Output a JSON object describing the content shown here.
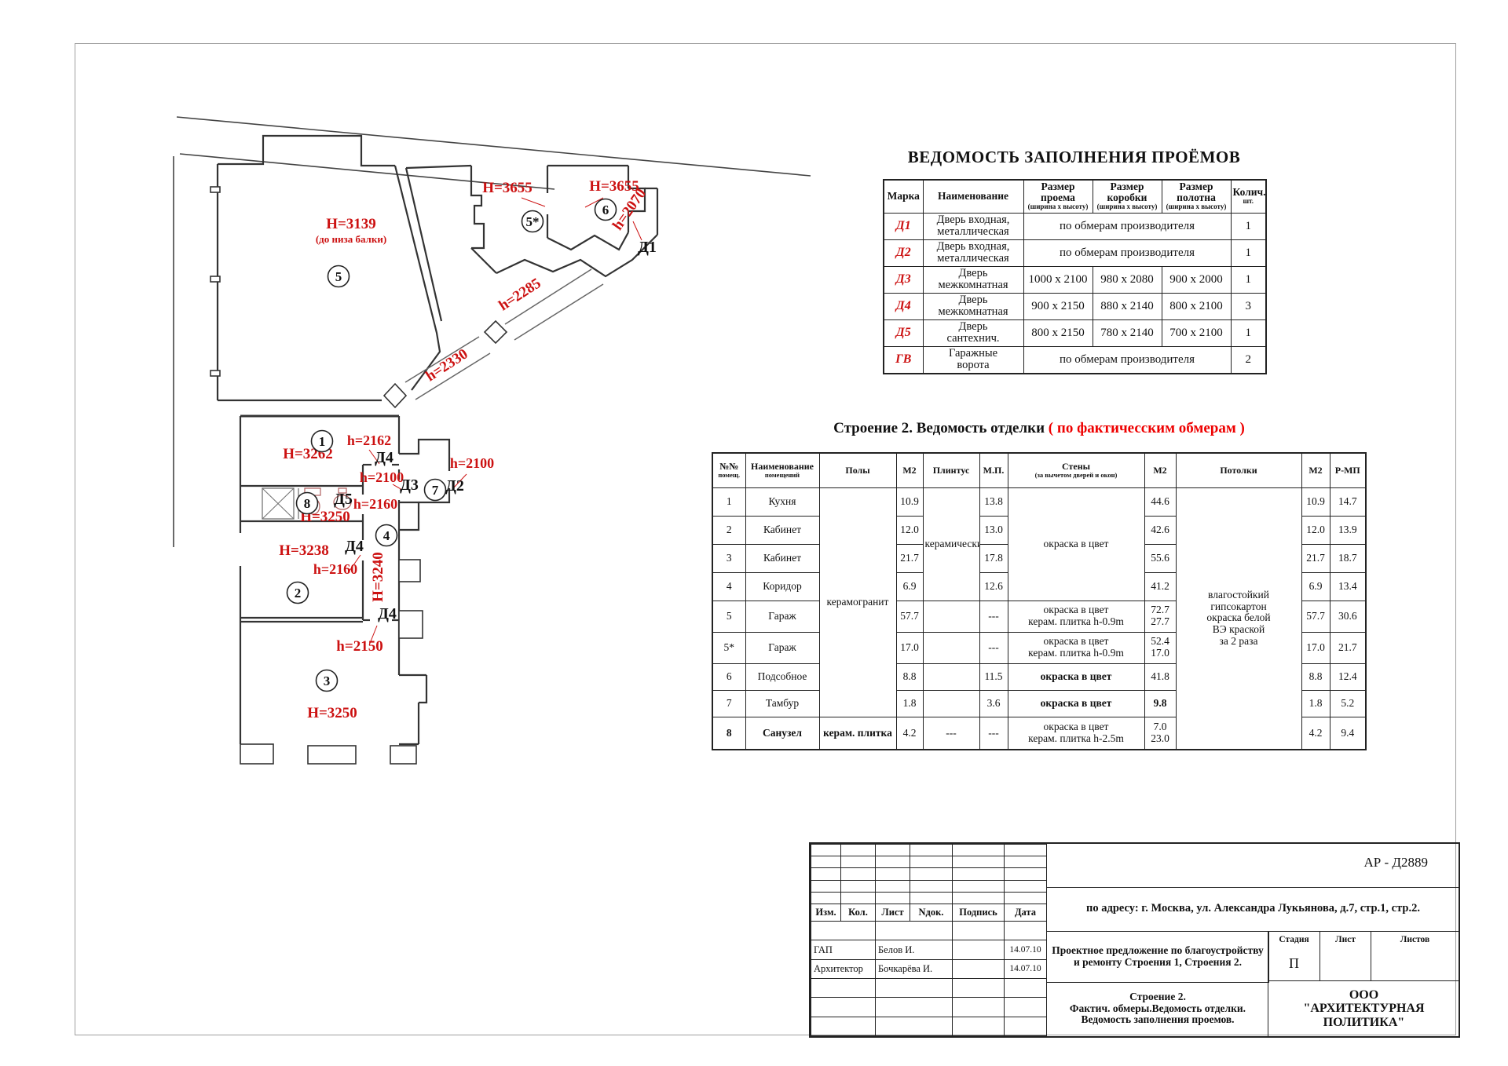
{
  "doors_table": {
    "title": "ВЕДОМОСТЬ ЗАПОЛНЕНИЯ ПРОЁМОВ",
    "headers": [
      {
        "l1": "Марка",
        "l2": ""
      },
      {
        "l1": "Наименование",
        "l2": ""
      },
      {
        "l1": "Размер проема",
        "l2": "(ширина х высоту)"
      },
      {
        "l1": "Размер коробки",
        "l2": "(ширина х высоту)"
      },
      {
        "l1": "Размер полотна",
        "l2": "(ширина х высоту)"
      },
      {
        "l1": "Колич.",
        "l2": "шт."
      }
    ],
    "rows": [
      {
        "mark": "Д1",
        "name": "Дверь входная,\nметаллическая",
        "span": "по обмерам производителя",
        "qty": "1"
      },
      {
        "mark": "Д2",
        "name": "Дверь входная,\nметаллическая",
        "span": "по обмерам производителя",
        "qty": "1"
      },
      {
        "mark": "Д3",
        "name": "Дверь\nмежкомнатная",
        "opening": "1000 x 2100",
        "frame": "980 x 2080",
        "leaf": "900 x 2000",
        "qty": "1"
      },
      {
        "mark": "Д4",
        "name": "Дверь\nмежкомнатная",
        "opening": "900 x 2150",
        "frame": "880 x 2140",
        "leaf": "800 x 2100",
        "qty": "3"
      },
      {
        "mark": "Д5",
        "name": "Дверь\nсантехнич.",
        "opening": "800 x 2150",
        "frame": "780 x 2140",
        "leaf": "700 x 2100",
        "qty": "1"
      },
      {
        "mark": "ГВ",
        "name": "Гаражные\nворота",
        "span": "по обмерам производителя",
        "qty": "2"
      }
    ]
  },
  "finish_table": {
    "title_black": "Строение 2. Ведомость отделки ",
    "title_red": "( по фактичесским обмерам )",
    "headers": [
      {
        "l1": "№№",
        "l2": "помещ."
      },
      {
        "l1": "Наименование",
        "l2": "помещений"
      },
      {
        "l1": "Полы",
        "l2": ""
      },
      {
        "l1": "М2",
        "l2": ""
      },
      {
        "l1": "Плинтус",
        "l2": ""
      },
      {
        "l1": "М.П.",
        "l2": ""
      },
      {
        "l1": "Стены",
        "l2": "(за вычетом дверей и окон)"
      },
      {
        "l1": "М2",
        "l2": ""
      },
      {
        "l1": "Потолки",
        "l2": ""
      },
      {
        "l1": "М2",
        "l2": ""
      },
      {
        "l1": "Р-МП",
        "l2": ""
      }
    ],
    "merged": {
      "floors_1_7": "керамогранит",
      "plinth_1_4": "керамический",
      "walls_1_4": "окраска в цвет",
      "ceilings_all": "влагостойкий\nгипсокартон\nокраска белой\nВЭ краской\nза 2 раза"
    },
    "rows": [
      {
        "n": "1",
        "room": "Кухня",
        "floor_m2": "10.9",
        "plinth_mp": "13.8",
        "walls_m2": "44.6",
        "ceil_m2": "10.9",
        "rmp": "14.7"
      },
      {
        "n": "2",
        "room": "Кабинет",
        "floor_m2": "12.0",
        "plinth_mp": "13.0",
        "walls_m2": "42.6",
        "ceil_m2": "12.0",
        "rmp": "13.9"
      },
      {
        "n": "3",
        "room": "Кабинет",
        "floor_m2": "21.7",
        "plinth_mp": "17.8",
        "walls_m2": "55.6",
        "ceil_m2": "21.7",
        "rmp": "18.7"
      },
      {
        "n": "4",
        "room": "Коридор",
        "floor_m2": "6.9",
        "plinth_mp": "12.6",
        "walls_m2": "41.2",
        "ceil_m2": "6.9",
        "rmp": "13.4"
      },
      {
        "n": "5",
        "room": "Гараж",
        "floor_m2": "57.7",
        "plinth_mp": "---",
        "walls": "окраска в цвет\nкерам. плитка h-0.9m",
        "walls_m2": "72.7\n27.7",
        "ceil_m2": "57.7",
        "rmp": "30.6"
      },
      {
        "n": "5*",
        "room": "Гараж",
        "floor_m2": "17.0",
        "plinth_mp": "---",
        "walls": "окраска в цвет\nкерам. плитка h-0.9m",
        "walls_m2": "52.4\n17.0",
        "ceil_m2": "17.0",
        "rmp": "21.7"
      },
      {
        "n": "6",
        "room": "Подсобное",
        "floor_m2": "8.8",
        "plinth_mp": "11.5",
        "walls": "окраска в цвет",
        "walls_m2": "41.8",
        "ceil_m2": "8.8",
        "rmp": "12.4"
      },
      {
        "n": "7",
        "room": "Тамбур",
        "floor_m2": "1.8",
        "plinth_mp": "3.6",
        "walls": "окраска в цвет",
        "walls_m2": "9.8",
        "ceil_m2": "1.8",
        "rmp": "5.2"
      },
      {
        "n": "8",
        "room": "Санузел",
        "floor": "керам. плитка",
        "floor_m2": "4.2",
        "plinth": "---",
        "plinth_mp": "---",
        "walls": "окраска в цвет\nкерам. плитка h-2.5m",
        "walls_m2": "7.0\n23.0",
        "ceil_m2": "4.2",
        "rmp": "9.4"
      }
    ]
  },
  "plan": {
    "dim_labels": [
      {
        "id": "h3139",
        "text": "H=3139"
      },
      {
        "id": "h3139b",
        "text": "(до низа балки)"
      },
      {
        "id": "h3655a",
        "text": "H=3655"
      },
      {
        "id": "h3655b",
        "text": "H=3655"
      },
      {
        "id": "h2070",
        "text": "h=2070"
      },
      {
        "id": "h2285",
        "text": "h=2285"
      },
      {
        "id": "h2330",
        "text": "h=2330"
      },
      {
        "id": "h2162",
        "text": "h=2162"
      },
      {
        "id": "H3262",
        "text": "H=3262"
      },
      {
        "id": "h2100a",
        "text": "h=2100"
      },
      {
        "id": "h2100b",
        "text": "h=2100"
      },
      {
        "id": "h2160a",
        "text": "h=2160"
      },
      {
        "id": "H3250a",
        "text": "H=3250"
      },
      {
        "id": "H3238",
        "text": "H=3238"
      },
      {
        "id": "h2160b",
        "text": "h=2160"
      },
      {
        "id": "H3240",
        "text": "H=3240"
      },
      {
        "id": "h2150",
        "text": "h=2150"
      },
      {
        "id": "H3250b",
        "text": "H=3250"
      }
    ],
    "door_marks": [
      {
        "id": "d1",
        "text": "Д1"
      },
      {
        "id": "d4a",
        "text": "Д4"
      },
      {
        "id": "d3",
        "text": "Д3"
      },
      {
        "id": "d2",
        "text": "Д2"
      },
      {
        "id": "d5",
        "text": "Д5"
      },
      {
        "id": "d4b",
        "text": "Д4"
      },
      {
        "id": "d4c",
        "text": "Д4"
      }
    ],
    "rooms": [
      {
        "id": "r5",
        "num": "5"
      },
      {
        "id": "r5s",
        "num": "5*"
      },
      {
        "id": "r6",
        "num": "6"
      },
      {
        "id": "r1",
        "num": "1"
      },
      {
        "id": "r8",
        "num": "8"
      },
      {
        "id": "r7",
        "num": "7"
      },
      {
        "id": "r4",
        "num": "4"
      },
      {
        "id": "r2",
        "num": "2"
      },
      {
        "id": "r3",
        "num": "3"
      }
    ],
    "colors": {
      "dim_red": "#cc1111",
      "wall": "#333333"
    }
  },
  "title_block": {
    "doc_code": "АР - Д2889",
    "address": "по адресу: г. Москва, ул. Александра Лукьянова, д.7, стр.1, стр.2.",
    "change_cols": [
      "Изм.",
      "Кол.",
      "Лист",
      "Nдок.",
      "Подпись",
      "Дата"
    ],
    "staff": [
      {
        "role": "ГАП",
        "name": "Белов И.",
        "date": "14.07.10"
      },
      {
        "role": "Архитектор",
        "name": "Бочкарёва И.",
        "date": "14.07.10"
      }
    ],
    "project": "Проектное предложение по благоустройству\nи ремонту Строения 1, Строения 2.",
    "stage_headers": [
      "Стадия",
      "Лист",
      "Листов"
    ],
    "stage_value": "П",
    "sheet_title": "Строение 2.\nФактич. обмеры.Ведомость отделки.\nВедомость заполнения проемов.",
    "company": "ООО\n\"АРХИТЕКТУРНАЯ\nПОЛИТИКА\""
  }
}
